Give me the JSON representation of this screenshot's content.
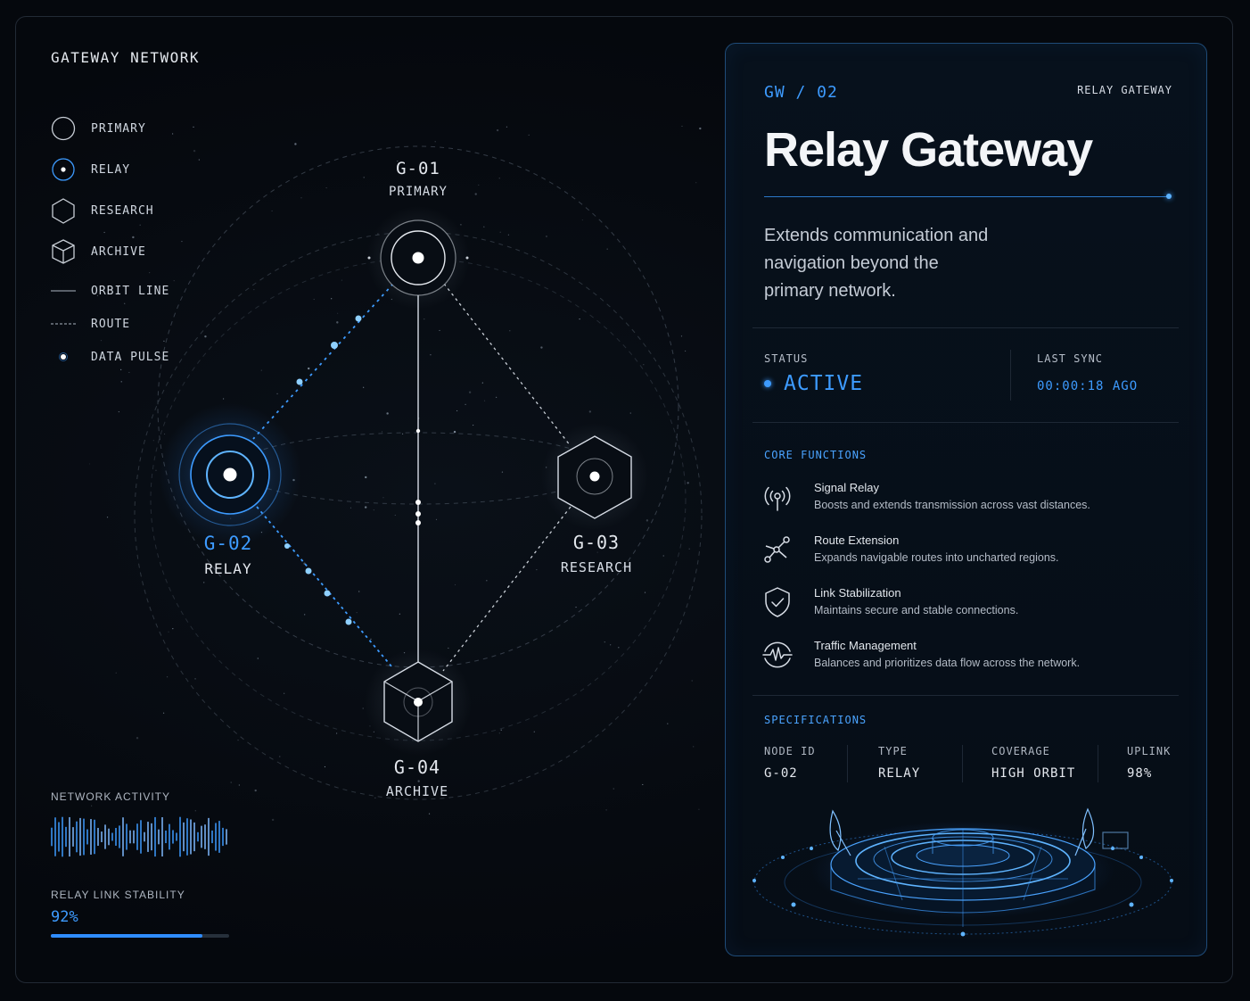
{
  "network": {
    "title": "GATEWAY NETWORK",
    "legend": [
      {
        "icon": "primary-ring-icon",
        "label": "PRIMARY"
      },
      {
        "icon": "relay-ring-icon",
        "label": "RELAY"
      },
      {
        "icon": "hexagon-icon",
        "label": "RESEARCH"
      },
      {
        "icon": "cube-icon",
        "label": "ARCHIVE"
      },
      {
        "icon": "solid-line-icon",
        "label": "ORBIT LINE"
      },
      {
        "icon": "dashed-line-icon",
        "label": "ROUTE"
      },
      {
        "icon": "dot-icon",
        "label": "DATA PULSE"
      }
    ],
    "nodes": {
      "g01": {
        "code": "G-01",
        "type": "PRIMARY"
      },
      "g02": {
        "code": "G-02",
        "type": "RELAY"
      },
      "g03": {
        "code": "G-03",
        "type": "RESEARCH"
      },
      "g04": {
        "code": "G-04",
        "type": "ARCHIVE"
      }
    },
    "activity_title": "NETWORK ACTIVITY",
    "stability_title": "RELAY LINK STABILITY",
    "stability_value": "92%",
    "stability_fraction": 0.85
  },
  "panel": {
    "id": "GW / 02",
    "tag": "RELAY GATEWAY",
    "title": "Relay Gateway",
    "description": "Extends communication and navigation beyond the primary network.",
    "status_label": "STATUS",
    "status_value": "ACTIVE",
    "sync_label": "LAST SYNC",
    "sync_value": "00:00:18 AGO",
    "core_label": "CORE FUNCTIONS",
    "functions": [
      {
        "icon": "antenna-signal-icon",
        "title": "Signal Relay",
        "desc": "Boosts and extends transmission across vast distances."
      },
      {
        "icon": "route-nodes-icon",
        "title": "Route Extension",
        "desc": "Expands navigable routes into uncharted regions."
      },
      {
        "icon": "shield-check-icon",
        "title": "Link Stabilization",
        "desc": "Maintains secure and stable connections."
      },
      {
        "icon": "traffic-pulse-icon",
        "title": "Traffic Management",
        "desc": "Balances and prioritizes data flow across the network."
      }
    ],
    "spec_label": "SPECIFICATIONS",
    "specs": [
      {
        "key": "NODE ID",
        "value": "G-02"
      },
      {
        "key": "TYPE",
        "value": "RELAY"
      },
      {
        "key": "COVERAGE",
        "value": "HIGH ORBIT"
      },
      {
        "key": "UPLINK",
        "value": "98%"
      }
    ]
  },
  "colors": {
    "accent": "#3d9bff",
    "background": "#05080d",
    "panel_border": "#1f4b78"
  }
}
